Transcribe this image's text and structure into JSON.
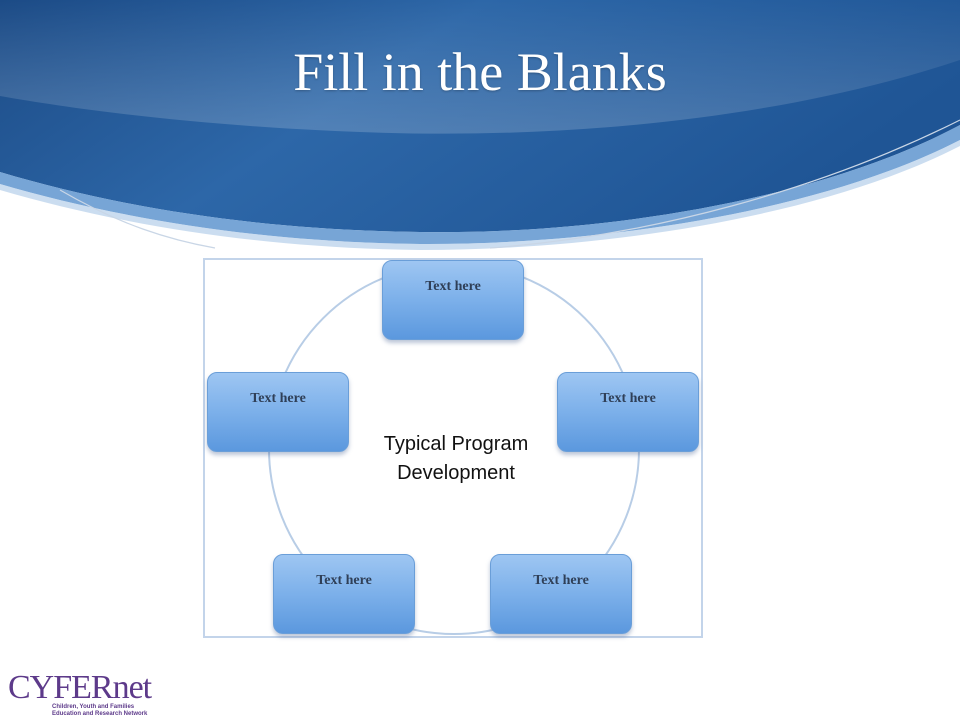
{
  "slide": {
    "title": "Fill in the Blanks",
    "center_label_line1": "Typical Program",
    "center_label_line2": "Development"
  },
  "diagram": {
    "type": "cycle",
    "nodes": [
      {
        "label": "Text here"
      },
      {
        "label": "Text here"
      },
      {
        "label": "Text here"
      },
      {
        "label": "Text here"
      },
      {
        "label": "Text here"
      }
    ]
  },
  "logo": {
    "wordmark": "CYFERnet",
    "tagline_line1": "Children, Youth and Families",
    "tagline_line2": "Education and Research Network"
  },
  "colors": {
    "header_dark": "#1f4f8a",
    "header_light": "#3e7fc0",
    "node_fill": "#7cb0ea",
    "ring": "#b8cde6",
    "frame_border": "#c3d4ea",
    "logo_purple": "#5d3a8a"
  }
}
